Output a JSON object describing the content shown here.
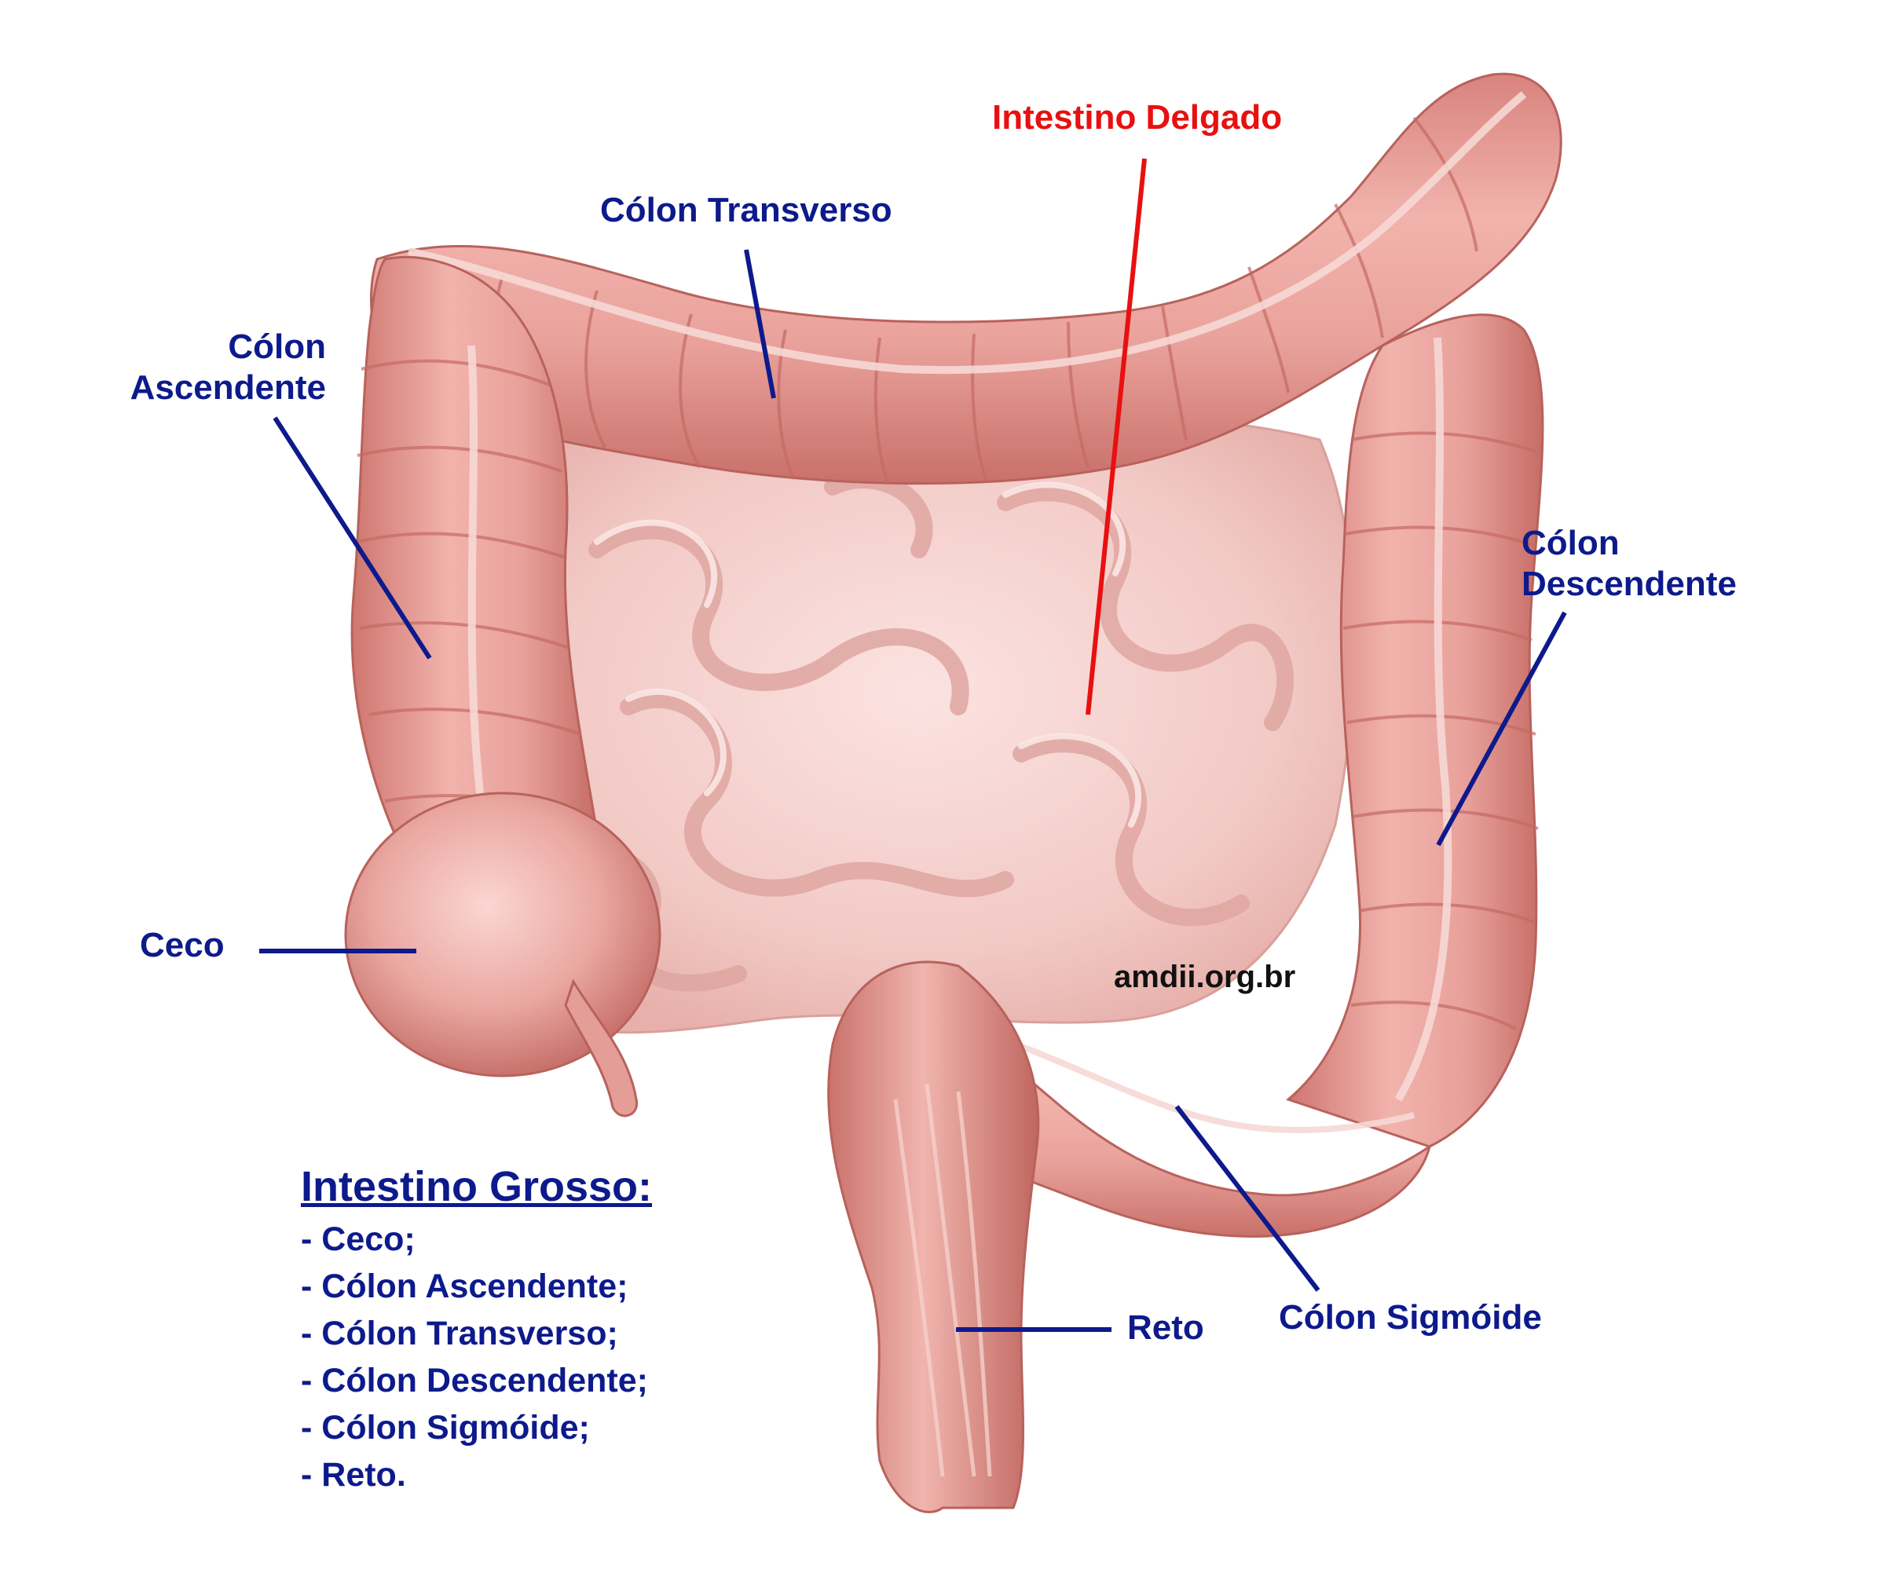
{
  "labels": {
    "small_intestine": "Intestino Delgado",
    "transverse_colon": "Cólon Transverso",
    "ascending_colon_line1": "Cólon",
    "ascending_colon_line2": "Ascendente",
    "descending_colon_line1": "Cólon",
    "descending_colon_line2": "Descendente",
    "cecum": "Ceco",
    "rectum": "Reto",
    "sigmoid_colon": "Cólon Sigmóide"
  },
  "watermark": "amdii.org.br",
  "legend": {
    "title": "Intestino Grosso:",
    "items": [
      "- Ceco;",
      "- Cólon Ascendente;",
      "- Cólon Transverso;",
      "- Cólon Descendente;",
      "- Cólon Sigmóide;",
      "- Reto."
    ]
  },
  "colors": {
    "label_blue": "#0d1a8c",
    "label_red": "#e81010",
    "colon_pink": "#e69a94",
    "small_intestine_pink": "#f3cfcc"
  }
}
